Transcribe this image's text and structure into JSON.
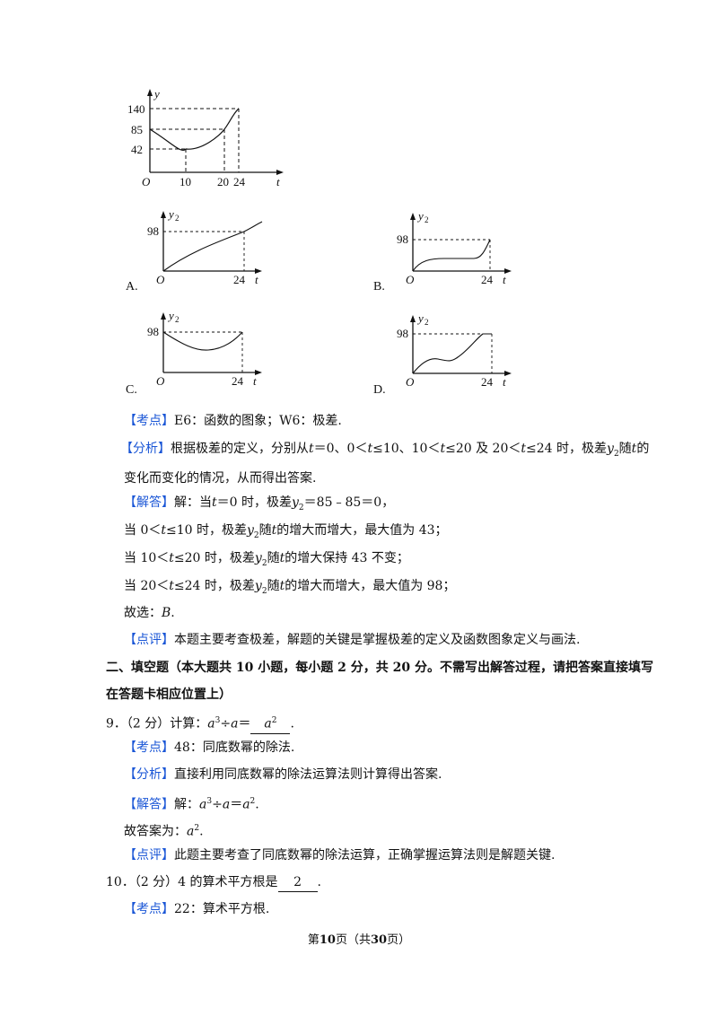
{
  "figures": {
    "main": {
      "ylabel": "y",
      "xlabel": "t",
      "origin": "O",
      "yticks": [
        "140",
        "85",
        "42"
      ],
      "xticks": [
        "10",
        "20",
        "24"
      ]
    },
    "options": [
      {
        "letter": "A.",
        "ylabel": "y",
        "ysub": "2",
        "yval": "98",
        "xval": "24",
        "xlabel": "t",
        "origin": "O"
      },
      {
        "letter": "B.",
        "ylabel": "y",
        "ysub": "2",
        "yval": "98",
        "xval": "24",
        "xlabel": "t",
        "origin": "O"
      },
      {
        "letter": "C.",
        "ylabel": "y",
        "ysub": "2",
        "yval": "98",
        "xval": "24",
        "xlabel": "t",
        "origin": "O"
      },
      {
        "letter": "D.",
        "ylabel": "y",
        "ysub": "2",
        "yval": "98",
        "xval": "24",
        "xlabel": "t",
        "origin": "O"
      }
    ]
  },
  "q8": {
    "kaodian_tag": "【考点】",
    "kaodian": "E6：函数的图象；W6：极差.",
    "fenxi_tag": "【分析】",
    "fenxi_1a": "根据极差的定义，分别从",
    "fenxi_1b": "＝0、0＜",
    "fenxi_1c": "≤10、10＜",
    "fenxi_1d": "≤20 及 20＜",
    "fenxi_1e": "≤24 时，极差",
    "fenxi_1f": "随",
    "fenxi_1g": "的",
    "fenxi_2": "变化而变化的情况，从而得出答案.",
    "jieda_tag": "【解答】",
    "jieda_1a": "解：当",
    "jieda_1b": "＝0 时，极差",
    "jieda_1c": "＝85﹣85＝0，",
    "s1a": "当 0＜",
    "s1b": "≤10 时，极差",
    "s1c": "随",
    "s1d": "的增大而增大，最大值为 43；",
    "s2a": "当 10＜",
    "s2b": "≤20 时，极差",
    "s2c": "随",
    "s2d": "的增大保持 43 不变；",
    "s3a": "当 20＜",
    "s3b": "≤24 时，极差",
    "s3c": "随",
    "s3d": "的增大而增大，最大值为 98；",
    "choose_a": "故选：",
    "choose_b": "B",
    "choose_c": ".",
    "dianping_tag": "【点评】",
    "dianping": "本题主要考查极差，解题的关键是掌握极差的定义及函数图象定义与画法."
  },
  "section2": {
    "heading_1": "二、填空题（本大题共 10 小题，每小题 2 分，共 20 分。不需写出解答过程，请把答案直接填写",
    "heading_2": "在答题卡相应位置上）"
  },
  "q9": {
    "stem_a": "9．（2 分）计算：",
    "stem_b": "÷",
    "stem_c": "＝",
    "stem_d": ".",
    "kaodian_tag": "【考点】",
    "kaodian": "48：同底数幂的除法.",
    "fenxi_tag": "【分析】",
    "fenxi": "直接利用同底数幂的除法运算法则计算得出答案.",
    "jieda_tag": "【解答】",
    "jieda_a": "解：",
    "jieda_b": "÷",
    "jieda_c": "＝",
    "jieda_d": ".",
    "answer_a": "故答案为：",
    "answer_b": ".",
    "dianping_tag": "【点评】",
    "dianping": "此题主要考查了同底数幂的除法运算，正确掌握运算法则是解题关键."
  },
  "q10": {
    "stem_a": "10．（2 分）4 的算术平方根是",
    "answer": "2",
    "stem_b": ".",
    "kaodian_tag": "【考点】",
    "kaodian": "22：算术平方根."
  },
  "footer": {
    "a": "第",
    "page": "10",
    "b": "页（共",
    "total": "30",
    "c": "页）"
  },
  "colors": {
    "tag": "#1a56d6",
    "text": "#111111"
  }
}
